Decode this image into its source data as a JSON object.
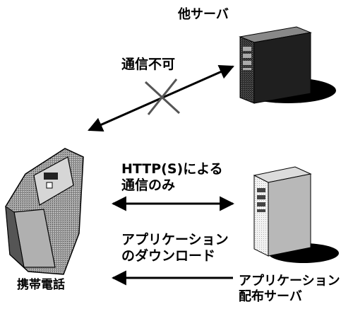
{
  "labels": {
    "other_server": "他サーバ",
    "no_communication": "通信不可",
    "http_line1": "HTTP(S)による",
    "http_line2": "通信のみ",
    "download_line1": "アプリケーション",
    "download_line2": "のダウンロード",
    "phone": "携帯電話",
    "app_server_line1": "アプリケーション",
    "app_server_line2": "配布サーバ"
  },
  "colors": {
    "arrow": "#000000",
    "cross": "#555555",
    "server_dark": "#2a2a2a",
    "server_light": "#ececec",
    "shadow": "#000000"
  },
  "icons": {
    "other_server": "dark-server-icon",
    "app_server": "light-server-icon",
    "phone": "mobile-phone-icon"
  }
}
